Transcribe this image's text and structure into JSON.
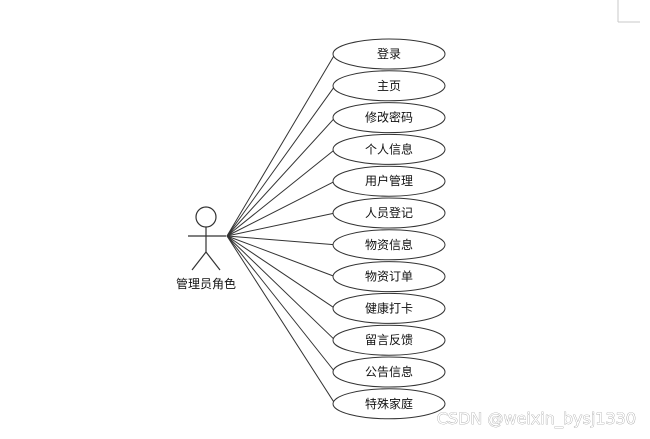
{
  "diagram": {
    "actor": {
      "label": "管理员角色"
    },
    "use_cases": [
      {
        "label": "登录"
      },
      {
        "label": "主页"
      },
      {
        "label": "修改密码"
      },
      {
        "label": "个人信息"
      },
      {
        "label": "用户管理"
      },
      {
        "label": "人员登记"
      },
      {
        "label": "物资信息"
      },
      {
        "label": "物资订单"
      },
      {
        "label": "健康打卡"
      },
      {
        "label": "留言反馈"
      },
      {
        "label": "公告信息"
      },
      {
        "label": "特殊家庭"
      }
    ]
  },
  "watermark": {
    "text": "CSDN @weixin_bysj1330"
  }
}
